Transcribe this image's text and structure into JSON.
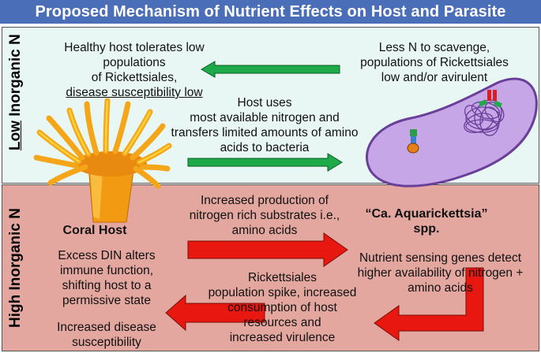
{
  "title": "Proposed Mechanism of Nutrient Effects on Host and Parasite",
  "low_panel": {
    "side_label_prefix": "Low",
    "side_label_suffix": " Inorganic N",
    "host_tolerates_line1": "Healthy host tolerates low",
    "host_tolerates_line2": "populations",
    "host_tolerates_line3": "of Rickettsiales,",
    "host_tolerates_line4": "disease susceptibility low",
    "less_n_line1": "Less N to scavenge,",
    "less_n_line2": "populations of Rickettsiales",
    "less_n_line3": "low and/or avirulent",
    "host_uses_line1": "Host uses",
    "host_uses_line2": "most available nitrogen and",
    "host_uses_line3": "transfers limited amounts of amino",
    "host_uses_line4": "acids to bacteria"
  },
  "high_panel": {
    "side_label": "High Inorganic N",
    "coral_label": "Coral Host",
    "bacteria_line1": "“Ca. Aquarickettsia”",
    "bacteria_line2": "spp.",
    "increased_production_line1": "Increased production of",
    "increased_production_line2": "nitrogen rich substrates i.e.,",
    "increased_production_line3": "amino acids",
    "excess_din_line1": "Excess DIN alters",
    "excess_din_line2": "immune function,",
    "excess_din_line3": "shifting host to a",
    "excess_din_line4": "permissive state",
    "nutrient_sensing_line1": "Nutrient sensing genes detect",
    "nutrient_sensing_line2": "higher availability of nitrogen +",
    "nutrient_sensing_line3": "amino acids",
    "rickettsiales_line1": "Rickettsiales",
    "rickettsiales_line2": "population spike, increased",
    "rickettsiales_line3": "consumption of host",
    "rickettsiales_line4": "resources and",
    "rickettsiales_line5": "increased virulence",
    "disease_line1": "Increased disease",
    "disease_line2": "susceptibility"
  },
  "colors": {
    "title_bg": "#4a6fb8",
    "low_bg": "#e8f6f4",
    "high_bg": "#e3a79f",
    "green_arrow": "#1faa4a",
    "red_arrow": "#e8170f",
    "bacterium_fill": "#c6a6e6",
    "coral_orange": "#f29a12"
  },
  "icons": [
    "coral-host-illustration",
    "bacterium-illustration"
  ]
}
